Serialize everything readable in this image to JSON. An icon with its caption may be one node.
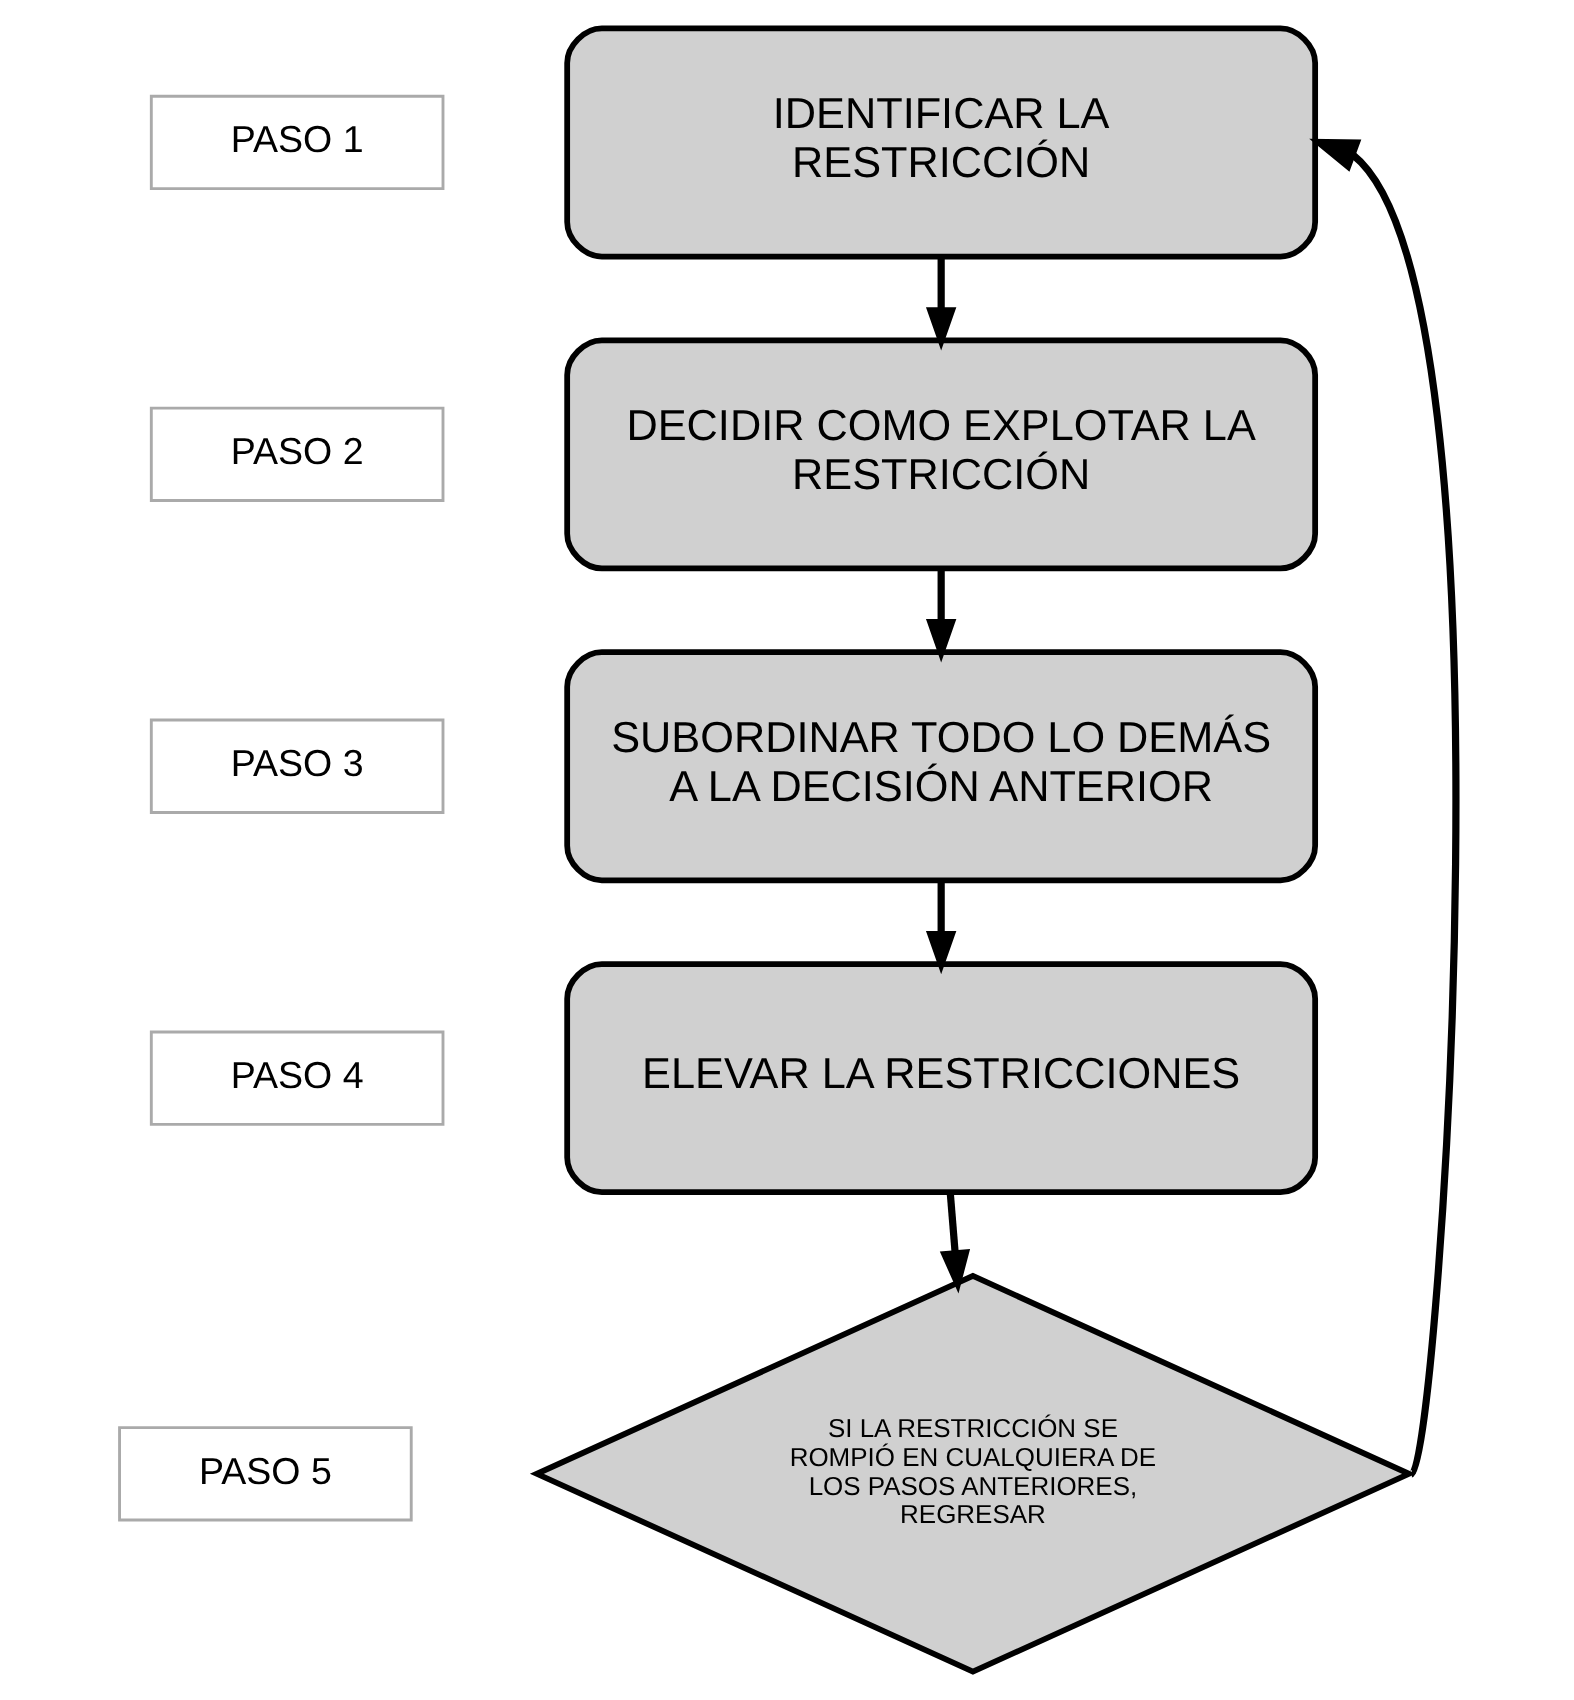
{
  "diagram": {
    "nodes": [
      {
        "text": [
          "PASO 1"
        ]
      },
      {
        "text": [
          "IDENTIFICAR LA RESTRICCIÓN"
        ]
      },
      {
        "text": [
          "PASO 2"
        ]
      },
      {
        "text": [
          "DECIDIR COMO EXPLOTAR LA RESTRICCIÓN"
        ]
      },
      {
        "text": [
          "PASO 3"
        ]
      },
      {
        "text": [
          "SUBORDINAR TODO LO DEMÁS A LA DECISIÓN ANTERIOR"
        ]
      },
      {
        "text": [
          "PASO 4"
        ]
      },
      {
        "text": [
          "ELEVAR LA RESTRICCIONES"
        ]
      },
      {
        "text": [
          "PASO 5"
        ]
      },
      {
        "text": [
          "SI LA RESTRICCIÓN SE ROMPIÓ EN CUALQUIERA DE LOS PASOS ANTERIORES, REGRESAR"
        ]
      }
    ],
    "edges": [
      {
        "from": 1,
        "to": 3,
        "arrow": "to"
      },
      {
        "from": 3,
        "to": 5,
        "arrow": "to"
      },
      {
        "from": 5,
        "to": 7,
        "arrow": "to"
      },
      {
        "from": 7,
        "to": 9,
        "arrow": "to"
      },
      {
        "from": 9,
        "to": 1,
        "arrow": "to"
      }
    ]
  }
}
